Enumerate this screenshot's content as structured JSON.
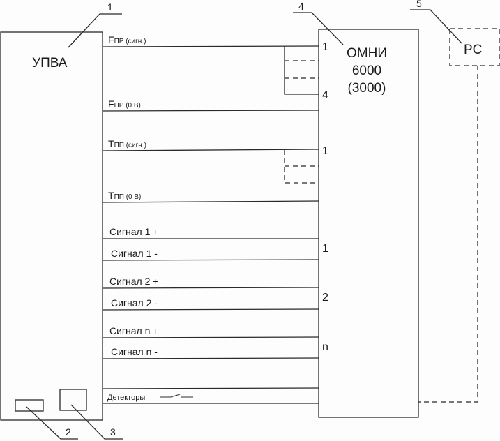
{
  "upva": {
    "title": "УПВА",
    "callout": "1"
  },
  "omni": {
    "title_line1": "ОМНИ",
    "title_line2": "6000",
    "title_line3": "(3000)",
    "callout": "4"
  },
  "pc": {
    "title": "PC",
    "callout": "5"
  },
  "component2": {
    "callout": "2"
  },
  "component3": {
    "callout": "3"
  },
  "wires": {
    "f_sig": {
      "main": "F",
      "sub": "ПР (сигн.)"
    },
    "f_zero": {
      "main": "F",
      "sub": "ПР (0 В)"
    },
    "t_sig": {
      "main": "T",
      "sub": "ПП (сигн.)"
    },
    "t_zero": {
      "main": "T",
      "sub": "ПП  (0 В)"
    },
    "signals": [
      "Сигнал 1 +",
      "Сигнал 1 -",
      "Сигнал 2 +",
      "Сигнал 2 -",
      "Сигнал n +",
      "Сигнал n -"
    ],
    "detectors": "Детекторы"
  },
  "pins": {
    "f_first": "1",
    "f_last": "4",
    "t_first": "1",
    "sig1": "1",
    "sig2": "2",
    "sign": "n"
  }
}
